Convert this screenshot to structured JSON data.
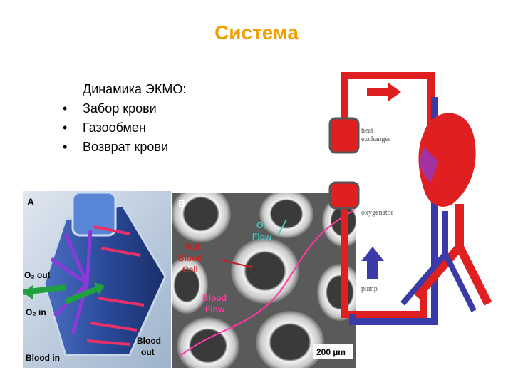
{
  "slide": {
    "title": "Система",
    "intro": "Динамика ЭКМО:",
    "bullets": [
      "Забор крови",
      "Газообмен",
      "Возврат крови"
    ]
  },
  "panel_a": {
    "letter": "A",
    "o2_out": "O₂ out",
    "o2_in": "O₂ in",
    "blood_in": "Blood in",
    "blood_out_1": "Blood",
    "blood_out_2": "out"
  },
  "panel_b": {
    "letter": "B",
    "o2_flow_1": "O₂",
    "o2_flow_2": "Flow",
    "rbc_1": "Red",
    "rbc_2": "Blood",
    "rbc_3": "Cell",
    "blood_flow_1": "Blood",
    "blood_flow_2": "Flow",
    "scale": "200 µm"
  },
  "circuit": {
    "heat_exchanger_1": "heat",
    "heat_exchanger_2": "exchanger",
    "oxygenator": "oxygenator",
    "pump": "pump"
  },
  "colors": {
    "title": "#f0a000",
    "red": "#e02020",
    "blue": "#3a3aa8",
    "pink": "#ff3aa0",
    "green": "#20a040",
    "purple": "#8a3ad8"
  }
}
